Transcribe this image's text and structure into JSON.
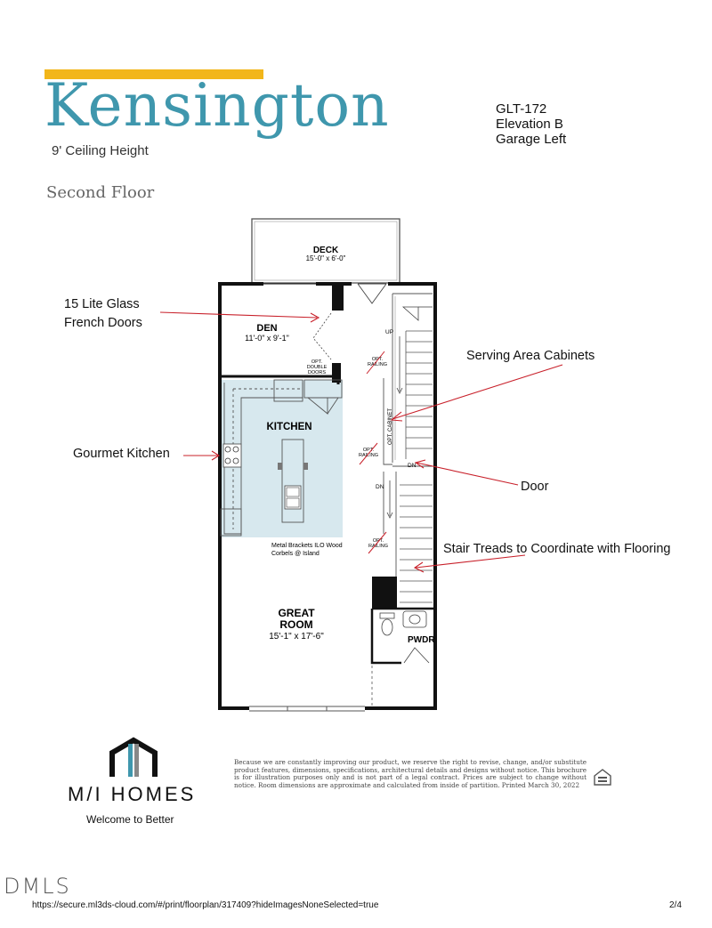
{
  "header": {
    "title": "Kensington",
    "ceiling": "9' Ceiling Height",
    "floor_label": "Second Floor",
    "code_lines": [
      "GLT-172",
      "Elevation B",
      "Garage Left"
    ],
    "accent_color": "#f2b61a",
    "title_color": "#3f97ad"
  },
  "plan": {
    "deck": {
      "name": "DECK",
      "dims": "15'-0\" x 6'-0\""
    },
    "den": {
      "name": "DEN",
      "dims": "11'-0\" x 9'-1\""
    },
    "opt_double_doors": [
      "OPT.",
      "DOUBLE",
      "DOORS"
    ],
    "opt_railing": [
      "OPT.",
      "RAILING"
    ],
    "kitchen": {
      "name": "KITCHEN",
      "fill": "#d7e8ee"
    },
    "opt_cabinet": "OPT. CABINET",
    "island_note": [
      "Metal Brackets ILO Wood",
      "Corbels @ Island"
    ],
    "great_room": {
      "name1": "GREAT",
      "name2": "ROOM",
      "dims": "15'-1\" x 17'-6\""
    },
    "pwdr": "PWDR",
    "up": "UP",
    "dn": "DN"
  },
  "callouts": {
    "french_doors": [
      "15 Lite Glass",
      "French Doors"
    ],
    "serving_area": "Serving Area Cabinets",
    "gourmet_kitchen": "Gourmet Kitchen",
    "door": "Door",
    "stair_treads": "Stair Treads to Coordinate with Flooring",
    "arrow_color": "#c8202a"
  },
  "brand": {
    "name": "M/I HOMES",
    "tagline": "Welcome to Better"
  },
  "disclaimer": "Because we are constantly improving our product, we reserve the right to revise, change, and/or substitute product features, dimensions, specifications, architectural details and designs without notice. This brochure is for illustration purposes only and is not part of a legal contract. Prices are subject to change without notice. Room dimensions are approximate and calculated from inside of partition. Printed March 30, 2022",
  "footer": {
    "dmls": "DMLS",
    "url": "https://secure.ml3ds-cloud.com/#/print/floorplan/317409?hideImagesNoneSelected=true",
    "page": "2/4"
  }
}
